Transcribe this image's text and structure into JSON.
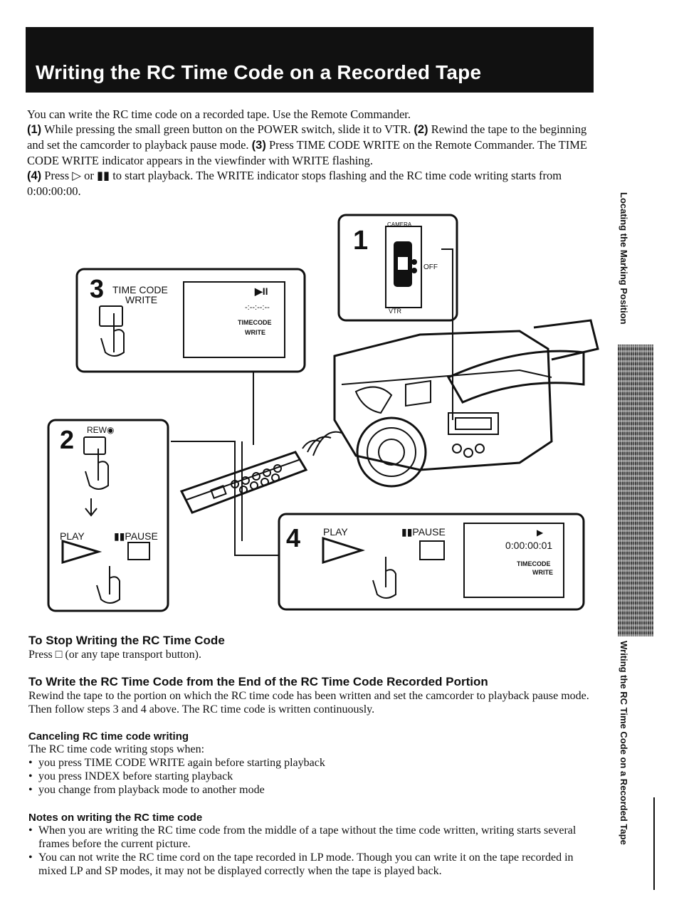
{
  "title": "Writing the RC Time Code on a Recorded Tape",
  "intro": {
    "line1": "You can write the RC time code on a recorded tape. Use the Remote Commander.",
    "s1_num": "(1)",
    "s1_text": " While pressing the small green button on the POWER switch, slide it to VTR. ",
    "s2_num": "(2)",
    "s2_text": " Rewind the tape to the beginning and set the camcorder to playback pause mode. ",
    "s3_num": "(3)",
    "s3_text": " Press TIME CODE WRITE on the Remote Commander. The TIME CODE WRITE indicator appears in the viewfinder with WRITE flashing. ",
    "s4_num": "(4)",
    "s4_text": " Press ▷ or ▮▮ to start playback. The WRITE indicator stops flashing and the RC time code writing starts from 0:00:00:00."
  },
  "figure": {
    "step1": {
      "num": "1",
      "camera": "CAMERA",
      "off": "OFF",
      "vtr": "VTR"
    },
    "step2": {
      "num": "2",
      "rew": "REW◉",
      "play": "PLAY",
      "pause": "▮▮PAUSE"
    },
    "step3": {
      "num": "3",
      "label1": "TIME CODE",
      "label2": "WRITE",
      "vf_icon": "▶II",
      "vf_code": "-:--:--:--",
      "vf_tc": "TIMECODE",
      "vf_write": "WRITE"
    },
    "step4": {
      "num": "4",
      "play": "PLAY",
      "pause": "▮▮PAUSE",
      "vf_icon": "▶",
      "vf_code": "0:00:00:01",
      "vf_tc": "TIMECODE",
      "vf_write": "WRITE"
    }
  },
  "stop": {
    "heading": "To Stop Writing the RC Time Code",
    "body": "Press □ (or any tape transport button)."
  },
  "from_end": {
    "heading": "To Write the RC Time Code from the End of the RC Time Code Recorded Portion",
    "body": "Rewind the tape to the portion on which the RC time code has been written and set the camcorder to playback pause mode. Then follow steps 3 and 4 above. The RC time code is written continuously."
  },
  "canceling": {
    "heading": "Canceling RC time code writing",
    "intro": "The RC time code writing stops when:",
    "items": [
      "you press TIME CODE WRITE again before starting playback",
      "you press INDEX before starting playback",
      "you change from playback mode to another mode"
    ]
  },
  "notes": {
    "heading": "Notes on writing the RC time code",
    "items": [
      "When you are writing the RC time code from the middle of a tape without the time code written, writing starts several frames before the current picture.",
      "You can not write the RC time cord on the tape recorded in LP mode. Though you can write it on the tape recorded in mixed LP and SP modes, it may not be displayed correctly when the tape is played back."
    ]
  },
  "side_tabs": {
    "upper": "Locating the Marking Position",
    "lower": "Writing the RC Time Code on a Recorded Tape"
  }
}
